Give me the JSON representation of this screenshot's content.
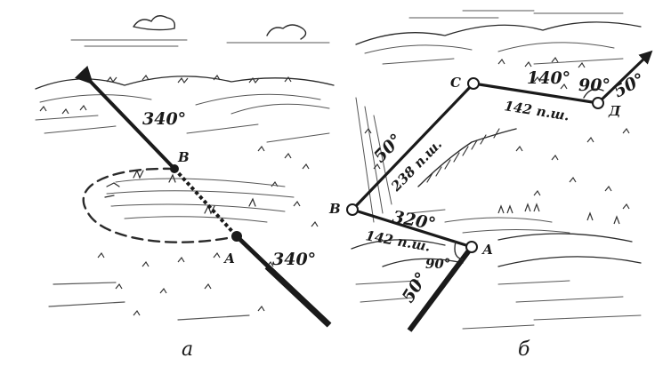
{
  "panel_a": {
    "caption": "а",
    "bearing_top": "340°",
    "bearing_bottom": "340°",
    "point_a": "А",
    "point_b": "В"
  },
  "panel_b": {
    "caption": "б",
    "point_a": "А",
    "point_b": "В",
    "point_c": "С",
    "point_d": "Д",
    "azimuth_start": "50°",
    "azimuth_ab": "320°",
    "distance_ab": "142 п.ш.",
    "angle_a": "90°",
    "azimuth_bc": "50°",
    "distance_bc": "238 п.ш.",
    "azimuth_cd": "140°",
    "distance_cd": "142 п.ш.",
    "angle_d": "90°",
    "azimuth_end": "50°"
  }
}
